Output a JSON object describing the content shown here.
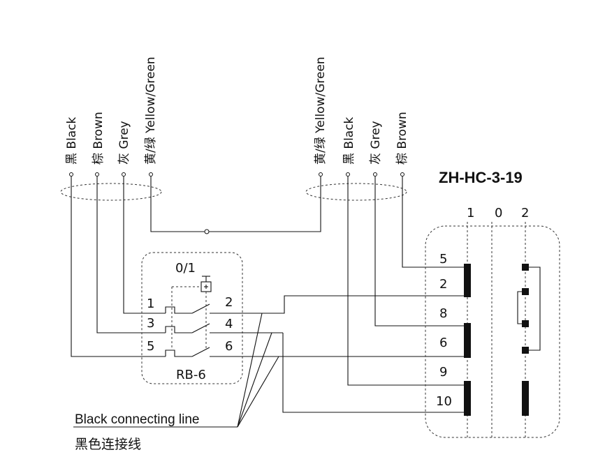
{
  "title": "ZH-HC-3-19",
  "cable_left": {
    "wires": [
      {
        "cn": "黑",
        "en": "Black"
      },
      {
        "cn": "棕",
        "en": "Brown"
      },
      {
        "cn": "灰",
        "en": "Grey"
      },
      {
        "cn": "黄/绿",
        "en": "Yellow/Green"
      }
    ]
  },
  "cable_right": {
    "wires": [
      {
        "cn": "黄/绿",
        "en": "Yellow/Green"
      },
      {
        "cn": "黑",
        "en": "Black"
      },
      {
        "cn": "灰",
        "en": "Grey"
      },
      {
        "cn": "棕",
        "en": "Brown"
      }
    ]
  },
  "relay": {
    "name": "RB-6",
    "mode": "0/1",
    "terminals_in": [
      "1",
      "3",
      "5"
    ],
    "terminals_out": [
      "2",
      "4",
      "6"
    ]
  },
  "selector": {
    "positions": [
      "1",
      "0",
      "2"
    ],
    "terminals": [
      "5",
      "2",
      "8",
      "6",
      "9",
      "10"
    ]
  },
  "caption": {
    "en": "Black connecting line",
    "cn": "黑色连接线"
  }
}
